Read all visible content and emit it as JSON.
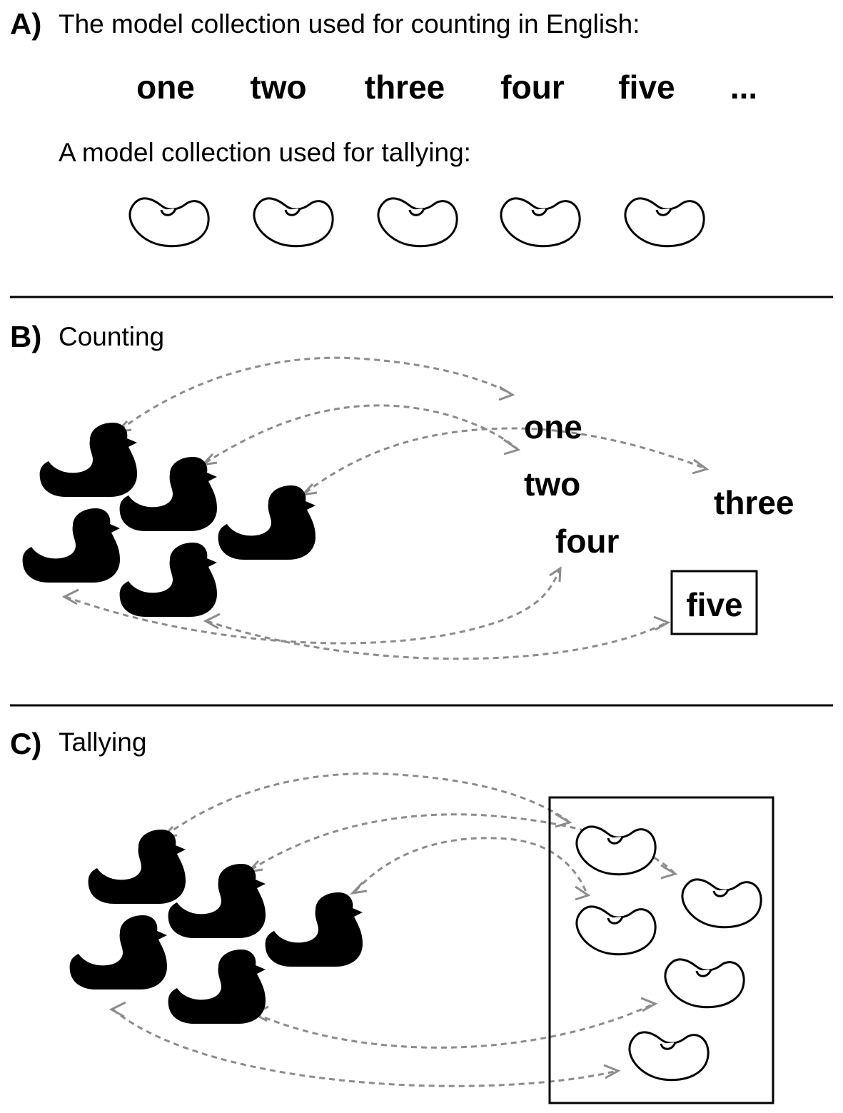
{
  "panel_a": {
    "letter": "A)",
    "caption_counting": "The model collection used for counting in English:",
    "words": [
      "one",
      "two",
      "three",
      "four",
      "five",
      "..."
    ],
    "caption_tallying": "A model collection used for tallying:",
    "bean_count": 5
  },
  "panel_b": {
    "letter": "B)",
    "caption": "Counting",
    "words": [
      "one",
      "two",
      "three",
      "four",
      "five"
    ],
    "duck_count": 5,
    "highlighted_word": "five"
  },
  "panel_c": {
    "letter": "C)",
    "caption": "Tallying",
    "duck_count": 5,
    "bean_count": 5
  }
}
